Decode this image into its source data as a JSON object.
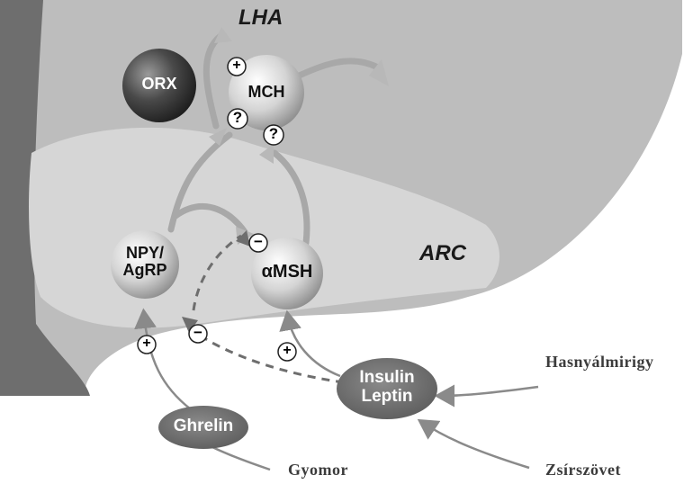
{
  "regions": {
    "lha": "LHA",
    "arc": "ARC"
  },
  "neurons": {
    "orx": "ORX",
    "mch": "MCH",
    "npy_agrp": [
      "NPY/",
      "AgRP"
    ],
    "amsh": "αMSH"
  },
  "signals": {
    "insulin_leptin": [
      "Insulin",
      "Leptin"
    ],
    "ghrelin": "Ghrelin"
  },
  "sources": {
    "pancreas": "Hasnyálmirigy",
    "adipose": "Zsírszövet",
    "stomach": "Gyomor"
  },
  "signs": {
    "plus": "+",
    "minus": "−",
    "question": "?"
  },
  "colors": {
    "outer_region": "#bdbdbd",
    "dark_region": "#6e6e6e",
    "inner_region": "#d6d6d6",
    "ellipse": "#6a6a6a",
    "arrow": "#8a8a8a"
  }
}
